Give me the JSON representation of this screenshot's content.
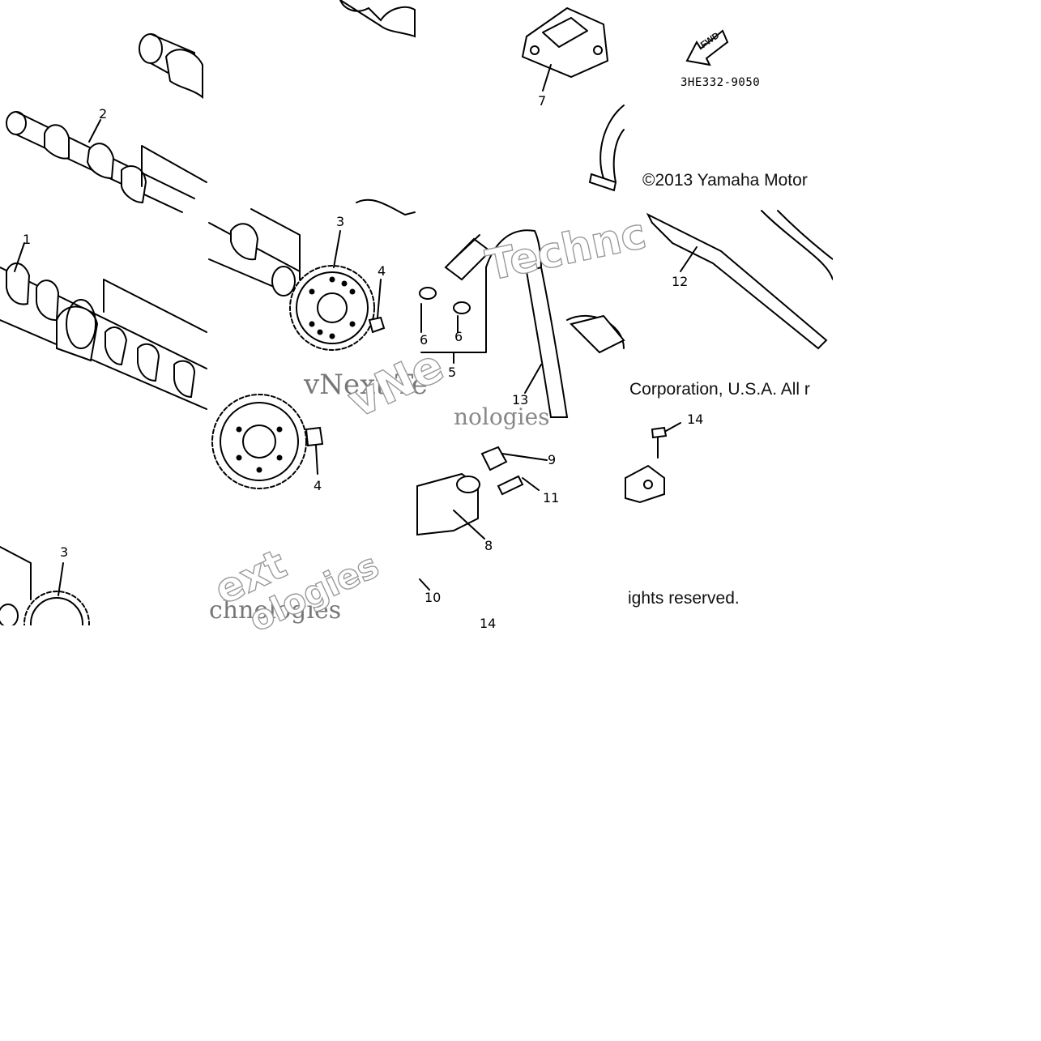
{
  "diagram": {
    "part_code": "3HE332-9050",
    "fwd_label": "FWD",
    "copyright_line1": "©2013 Yamaha Motor",
    "copyright_line2": "Corporation, U.S.A. All r",
    "copyright_line3": "ights reserved.",
    "watermark_text_1": "vNext Te",
    "watermark_text_2": "chnologies",
    "watermark_text_3": "nologies",
    "watermark_outline_1": "Technc",
    "watermark_outline_2": "vNe",
    "watermark_outline_3": "ext",
    "watermark_outline_4": "ologies",
    "callouts": {
      "n1": "1",
      "n2": "2",
      "n3a": "3",
      "n3b": "3",
      "n4a": "4",
      "n4b": "4",
      "n5": "5",
      "n6a": "6",
      "n6b": "6",
      "n7": "7",
      "n8": "8",
      "n9": "9",
      "n10": "10",
      "n11": "11",
      "n12": "12",
      "n13": "13",
      "n14a": "14",
      "n14b": "14"
    }
  }
}
